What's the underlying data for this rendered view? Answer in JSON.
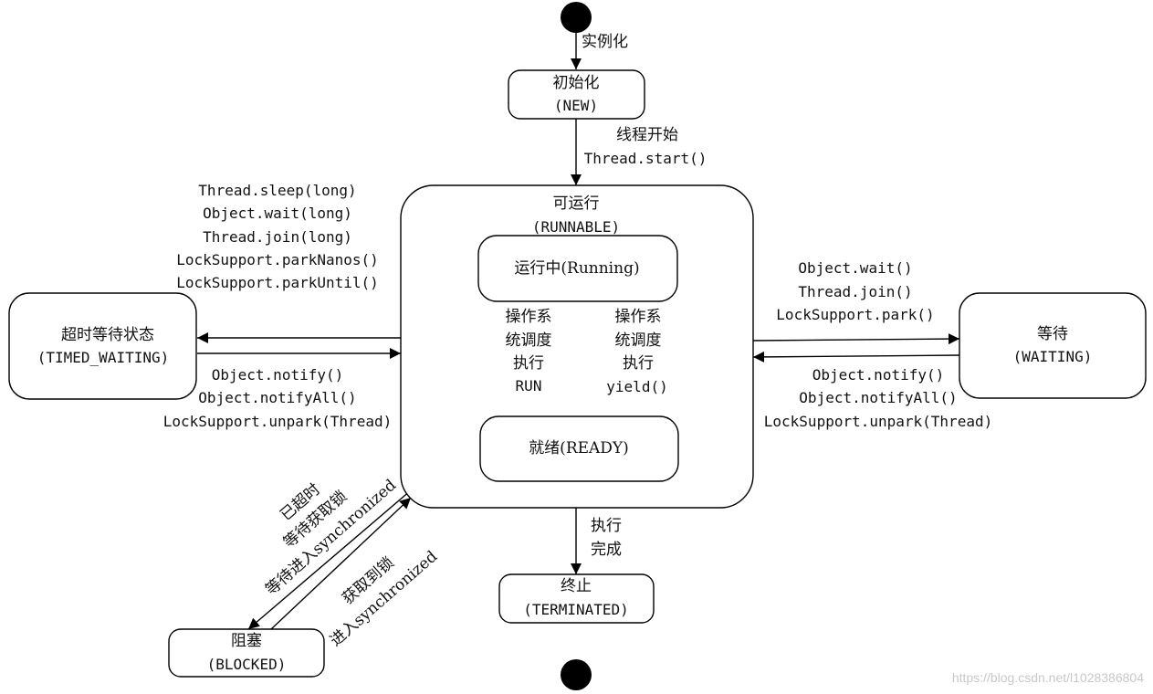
{
  "states": {
    "new": {
      "name": "初始化",
      "code": "(NEW)"
    },
    "runnable": {
      "name": "可运行",
      "code": "(RUNNABLE)"
    },
    "running": {
      "label": "运行中(Running)"
    },
    "ready": {
      "label": "就绪(READY)"
    },
    "timed_waiting": {
      "name": "超时等待状态",
      "code": "(TIMED_WAITING)"
    },
    "waiting": {
      "name": "等待",
      "code": "(WAITING)"
    },
    "blocked": {
      "name": "阻塞",
      "code": "(BLOCKED)"
    },
    "terminated": {
      "name": "终止",
      "code": "(TERMINATED)"
    }
  },
  "transitions": {
    "instantiate": "实例化",
    "start": [
      "线程开始",
      "Thread.start()"
    ],
    "os_run": [
      "操作系",
      "统调度",
      "执行",
      "RUN"
    ],
    "os_yield": [
      "操作系",
      "统调度",
      "执行",
      "yield()"
    ],
    "to_timed_waiting": [
      "Thread.sleep(long)",
      "Object.wait(long)",
      "Thread.join(long)",
      "LockSupport.parkNanos()",
      "LockSupport.parkUntil()"
    ],
    "from_timed_waiting": [
      "Object.notify()",
      "Object.notifyAll()",
      "LockSupport.unpark(Thread)"
    ],
    "to_waiting": [
      "Object.wait()",
      "Thread.join()",
      "LockSupport.park()"
    ],
    "from_waiting": [
      "Object.notify()",
      "Object.notifyAll()",
      "LockSupport.unpark(Thread)"
    ],
    "to_blocked": [
      "已超时",
      "等待获取锁",
      "等待进入synchronized"
    ],
    "from_blocked": [
      "获取到锁",
      "进入synchronized"
    ],
    "finish": [
      "执行",
      "完成"
    ]
  },
  "watermark": "https://blog.csdn.net/l1028386804"
}
